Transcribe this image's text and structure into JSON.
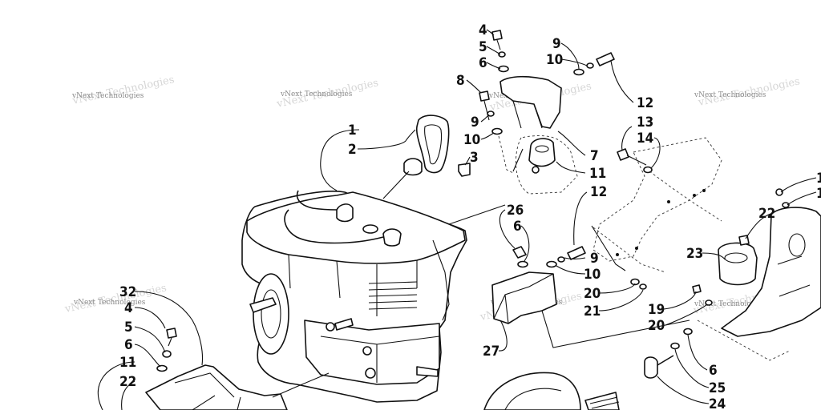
{
  "watermark": "vNext Technologies",
  "callouts": {
    "c4a": "4",
    "c5a": "5",
    "c6a": "6",
    "c8": "8",
    "c9a": "9",
    "c10a": "10",
    "c12a": "12",
    "c9b": "9",
    "c10b": "10",
    "c3": "3",
    "c1": "1",
    "c2": "2",
    "c7": "7",
    "c11a": "11",
    "c13": "13",
    "c14": "14",
    "c12b": "12",
    "c26": "26",
    "c6b": "6",
    "c9c": "9",
    "c10c": "10",
    "c20a": "20",
    "c21": "21",
    "c27": "27",
    "c22a": "22",
    "c23": "23",
    "c19": "19",
    "c20b": "20",
    "c6c": "6",
    "c25": "25",
    "c24": "24",
    "c1r": "1",
    "c1r2": "1",
    "c32": "32",
    "c4b": "4",
    "c5b": "5",
    "c6d": "6",
    "c11b": "11",
    "c22b": "22"
  }
}
